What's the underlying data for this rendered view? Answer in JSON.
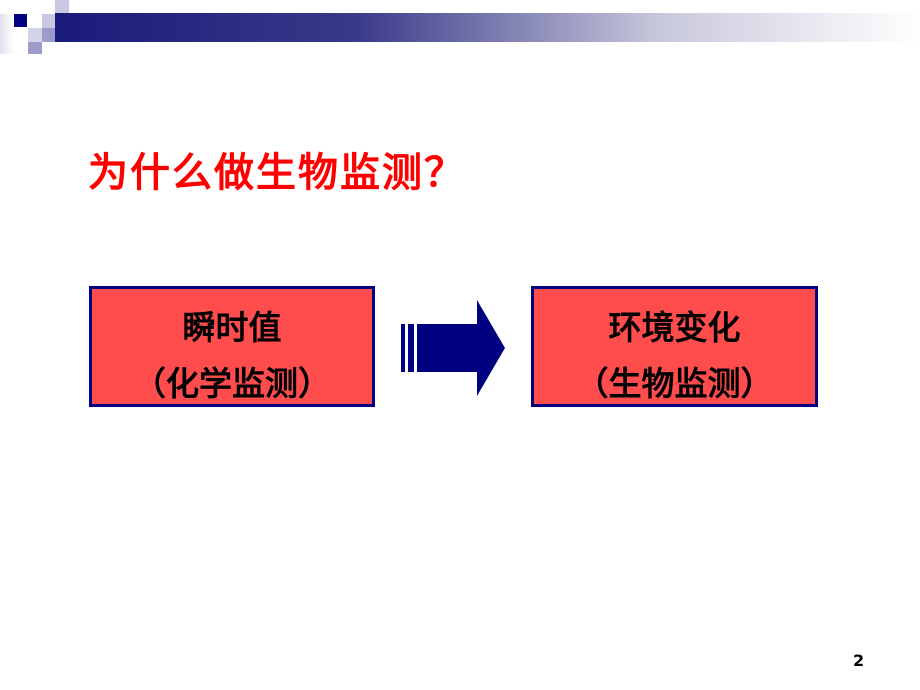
{
  "slide": {
    "title": "为什么做生物监测？",
    "page_number": "2",
    "colors": {
      "title": "#ff0000",
      "box_fill": "#ff4d4d",
      "box_border": "#000080",
      "arrow": "#000080",
      "header_dark": "#000080"
    }
  },
  "left_box": {
    "line1": "瞬时值",
    "line2": "（化学监测）"
  },
  "right_box": {
    "line1": "环境变化",
    "line2": "（生物监测）"
  },
  "arrow": {
    "icon": "striped-right-arrow-icon"
  }
}
